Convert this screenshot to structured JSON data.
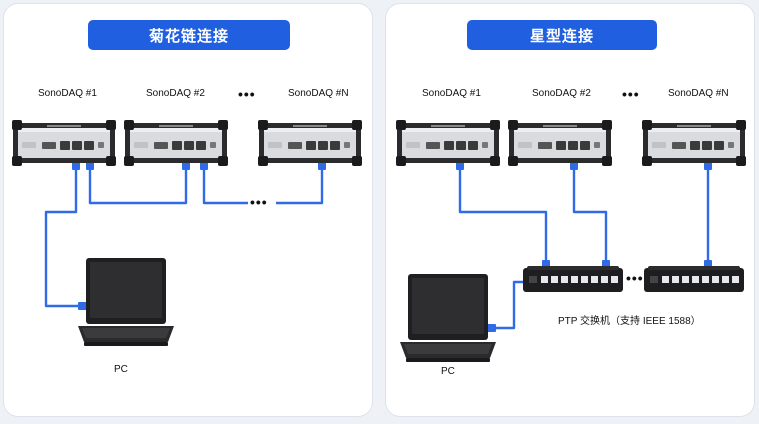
{
  "daisy": {
    "title": "菊花链连接",
    "devices": [
      "SonoDAQ #1",
      "SonoDAQ #2",
      "SonoDAQ #N"
    ],
    "ellipsis": "•••",
    "pc_label": "PC"
  },
  "star": {
    "title": "星型连接",
    "devices": [
      "SonoDAQ #1",
      "SonoDAQ #2",
      "SonoDAQ #N"
    ],
    "ellipsis": "•••",
    "pc_label": "PC",
    "switch_label": "PTP 交换机（支持 IEEE 1588）"
  },
  "colors": {
    "banner": "#1f5fe0",
    "cable": "#2f6be6",
    "device_body": "#d9dbde",
    "device_frame": "#2b2b2d"
  },
  "icons": {
    "device": "sonodaq-device-icon",
    "laptop": "laptop-icon",
    "switch": "network-switch-icon"
  }
}
